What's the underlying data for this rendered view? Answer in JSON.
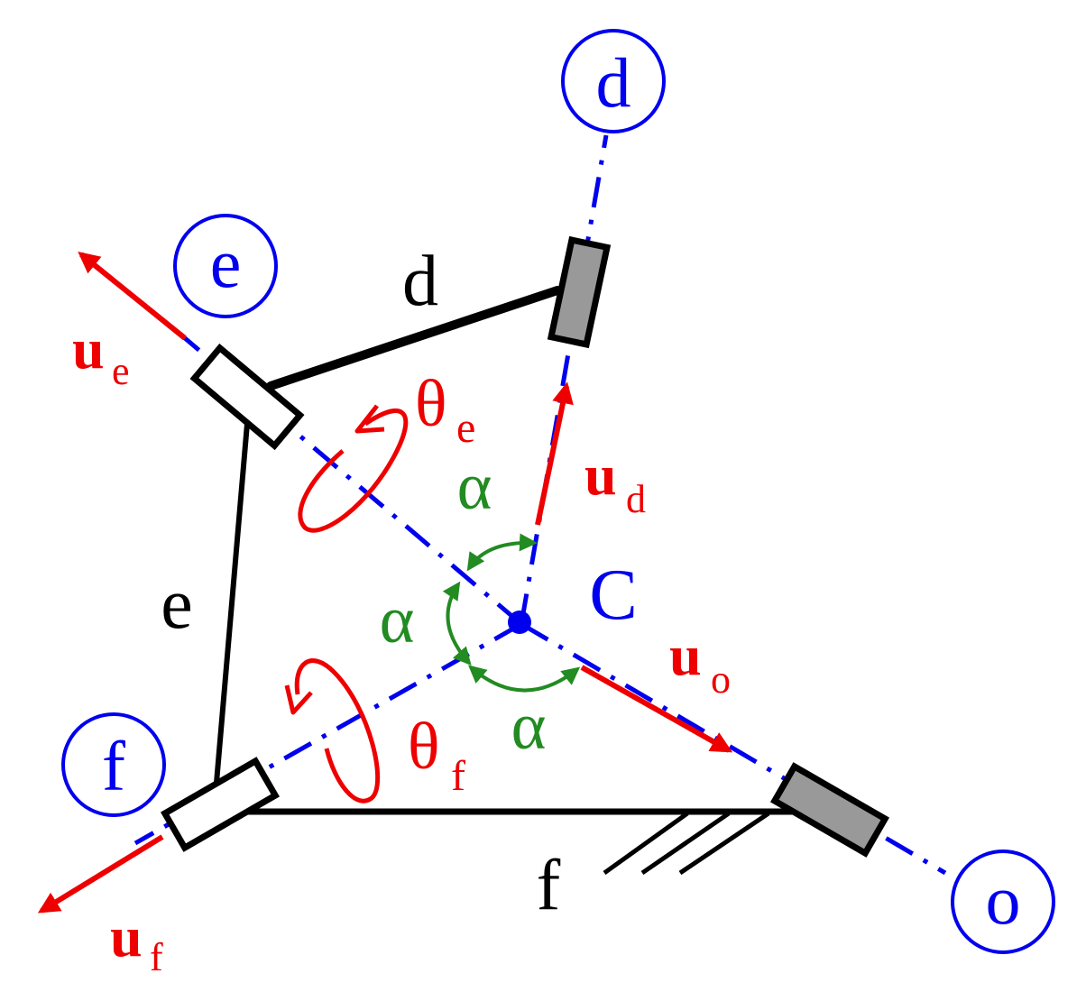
{
  "colors": {
    "axis": "#0000ee",
    "vector": "#ee0000",
    "angle": "#228b22",
    "link": "#000000",
    "joint_fill_grey": "#999999",
    "joint_fill_white": "#ffffff"
  },
  "joint_labels": {
    "d": "d",
    "e": "e",
    "f": "f",
    "o": "o"
  },
  "center_label": "C",
  "link_labels": {
    "d": "d",
    "e": "e",
    "f": "f"
  },
  "unit_vectors": {
    "e": {
      "base": "u",
      "sub": "e"
    },
    "d": {
      "base": "u",
      "sub": "d"
    },
    "o": {
      "base": "u",
      "sub": "o"
    },
    "f": {
      "base": "u",
      "sub": "f"
    }
  },
  "rotations": {
    "e": {
      "base": "θ",
      "sub": "e"
    },
    "f": {
      "base": "θ",
      "sub": "f"
    }
  },
  "angle_labels": [
    "α",
    "α",
    "α"
  ]
}
